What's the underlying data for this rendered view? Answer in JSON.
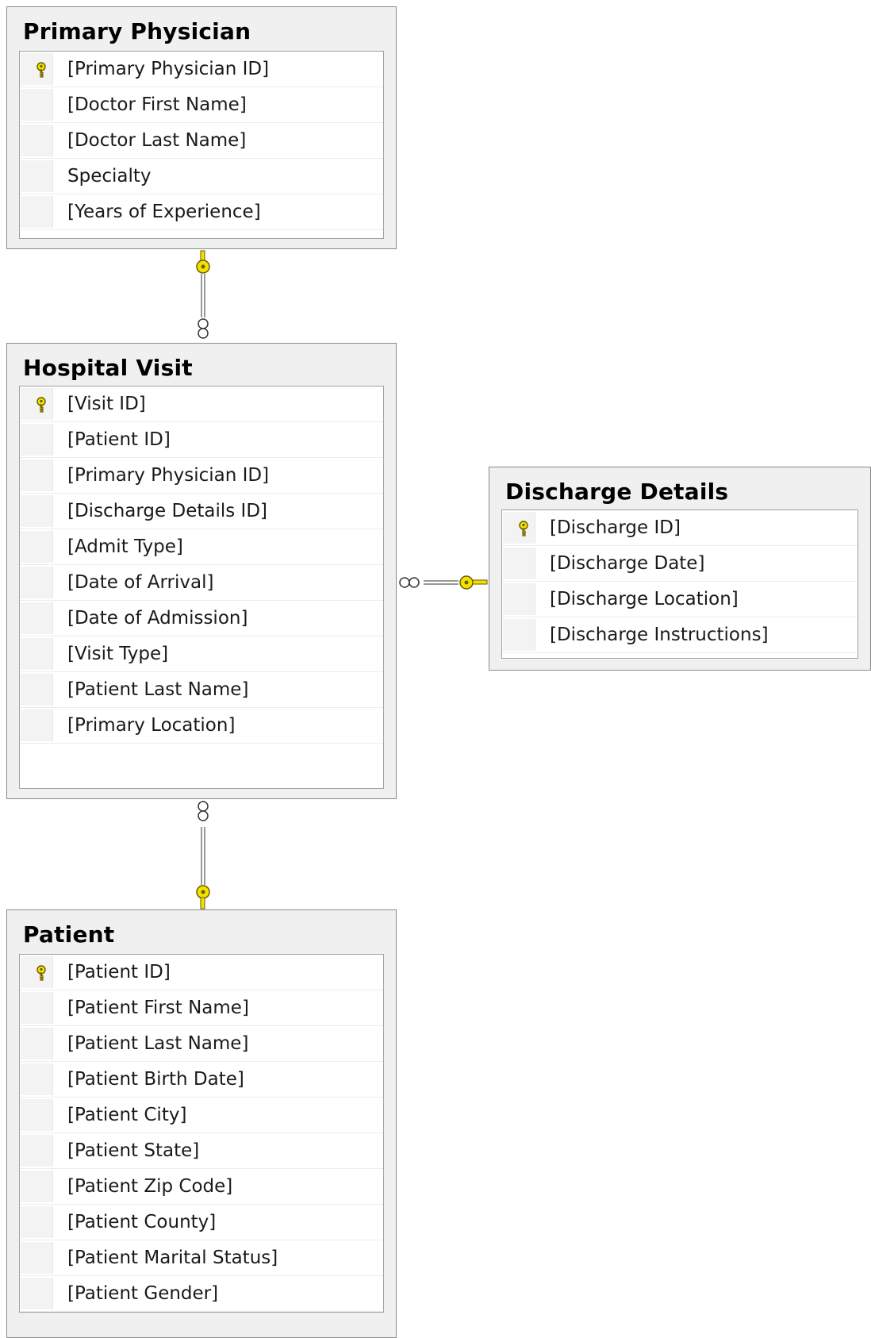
{
  "tables": {
    "primary_physician": {
      "title": "Primary Physician",
      "columns": [
        "[Primary Physician ID]",
        "[Doctor First Name]",
        "[Doctor Last Name]",
        "Specialty",
        "[Years of Experience]"
      ],
      "primary_key_index": 0
    },
    "hospital_visit": {
      "title": "Hospital Visit",
      "columns": [
        "[Visit ID]",
        "[Patient ID]",
        "[Primary Physician ID]",
        "[Discharge Details ID]",
        "[Admit Type]",
        "[Date of Arrival]",
        "[Date of Admission]",
        "[Visit Type]",
        "[Patient Last Name]",
        "[Primary Location]"
      ],
      "primary_key_index": 0
    },
    "discharge_details": {
      "title": "Discharge Details",
      "columns": [
        "[Discharge ID]",
        "[Discharge Date]",
        "[Discharge Location]",
        "[Discharge Instructions]"
      ],
      "primary_key_index": 0
    },
    "patient": {
      "title": "Patient",
      "columns": [
        "[Patient ID]",
        "[Patient First Name]",
        "[Patient Last Name]",
        "[Patient Birth Date]",
        "[Patient City]",
        "[Patient State]",
        "[Patient Zip Code]",
        "[Patient County]",
        "[Patient Marital Status]",
        "[Patient Gender]"
      ],
      "primary_key_index": 0
    }
  },
  "relationships": [
    {
      "one": "primary_physician",
      "many": "hospital_visit"
    },
    {
      "one": "discharge_details",
      "many": "hospital_visit"
    },
    {
      "one": "patient",
      "many": "hospital_visit"
    }
  ],
  "colors": {
    "key_fill": "#f2e200",
    "key_outline": "#6b5a00",
    "connector": "#9a9a9a",
    "table_bg": "#f0f0f0"
  },
  "icons": {
    "primary_key": "key-icon",
    "infinity": "many-end-icon"
  }
}
